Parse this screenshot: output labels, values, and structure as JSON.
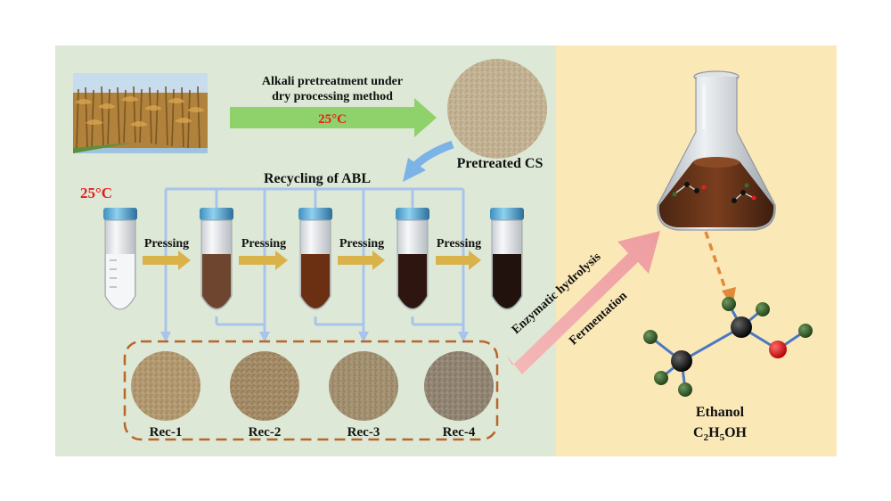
{
  "pretreatment": {
    "line1": "Alkali pretreatment under",
    "line2": "dry processing method",
    "temperature": "25°C"
  },
  "pretreated_label": "Pretreated CS",
  "recycling_label": "Recycling of ABL",
  "start_temperature": "25°C",
  "pressing_labels": [
    "Pressing",
    "Pressing",
    "Pressing",
    "Pressing"
  ],
  "rec_labels": [
    "Rec-1",
    "Rec-2",
    "Rec-3",
    "Rec-4"
  ],
  "process_labels": {
    "hydrolysis": "Enzymatic hydrolysis",
    "fermentation": "Fermentation"
  },
  "product": {
    "name": "Ethanol",
    "formula_parts": [
      "C",
      "2",
      "H",
      "5",
      "OH"
    ]
  },
  "colors": {
    "left_panel": "#dde9d6",
    "right_panel": "#fbe8b7",
    "green_arrow": "#8fd26b",
    "blue_arrow": "#7bb3e6",
    "pressing_arrow": "#d9b24a",
    "recycle_line": "#a9c4ec",
    "dashed_box": "#b8652a",
    "big_arrow": "#f0a7a8",
    "dashed_orange_arrow": "#e08a3a",
    "temperature_red": "#e41e1e"
  }
}
